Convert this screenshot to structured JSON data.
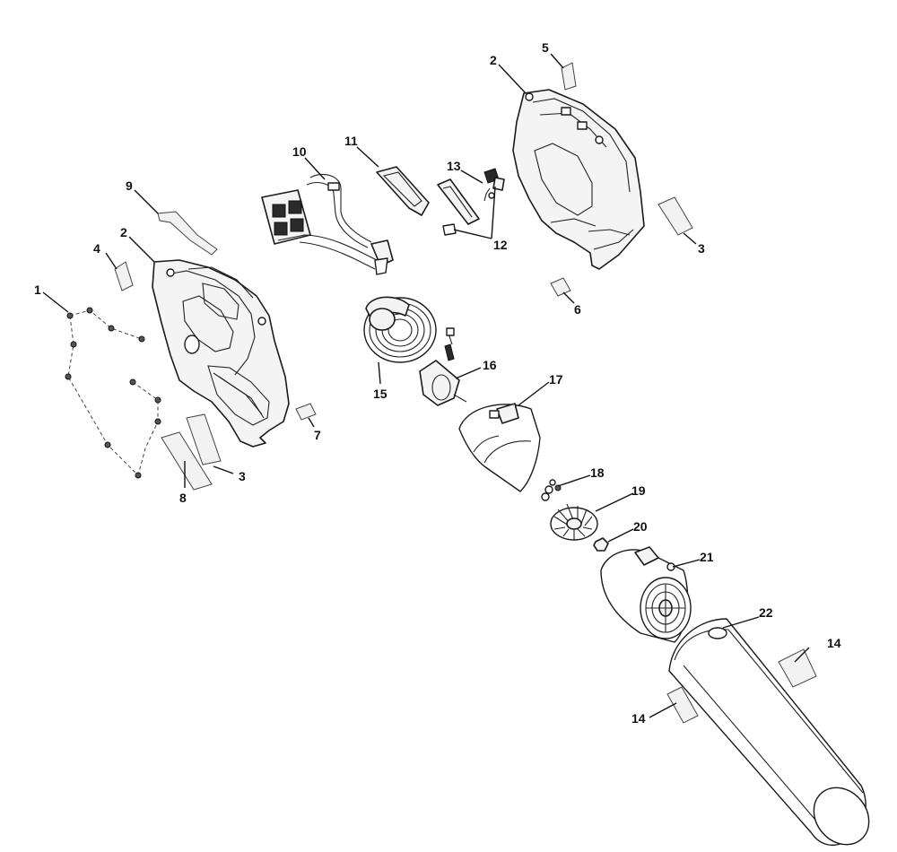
{
  "callouts": [
    {
      "id": "c1",
      "text": "1"
    },
    {
      "id": "c2a",
      "text": "2"
    },
    {
      "id": "c2b",
      "text": "2"
    },
    {
      "id": "c3a",
      "text": "3"
    },
    {
      "id": "c3b",
      "text": "3"
    },
    {
      "id": "c4",
      "text": "4"
    },
    {
      "id": "c5",
      "text": "5"
    },
    {
      "id": "c6",
      "text": "6"
    },
    {
      "id": "c7",
      "text": "7"
    },
    {
      "id": "c8",
      "text": "8"
    },
    {
      "id": "c9",
      "text": "9"
    },
    {
      "id": "c10",
      "text": "10"
    },
    {
      "id": "c11",
      "text": "11"
    },
    {
      "id": "c12",
      "text": "12"
    },
    {
      "id": "c13",
      "text": "13"
    },
    {
      "id": "c14a",
      "text": "14"
    },
    {
      "id": "c14b",
      "text": "14"
    },
    {
      "id": "c15",
      "text": "15"
    },
    {
      "id": "c16",
      "text": "16"
    },
    {
      "id": "c17",
      "text": "17"
    },
    {
      "id": "c18",
      "text": "18"
    },
    {
      "id": "c19",
      "text": "19"
    },
    {
      "id": "c20",
      "text": "20"
    },
    {
      "id": "c21",
      "text": "21"
    },
    {
      "id": "c22",
      "text": "22"
    }
  ]
}
